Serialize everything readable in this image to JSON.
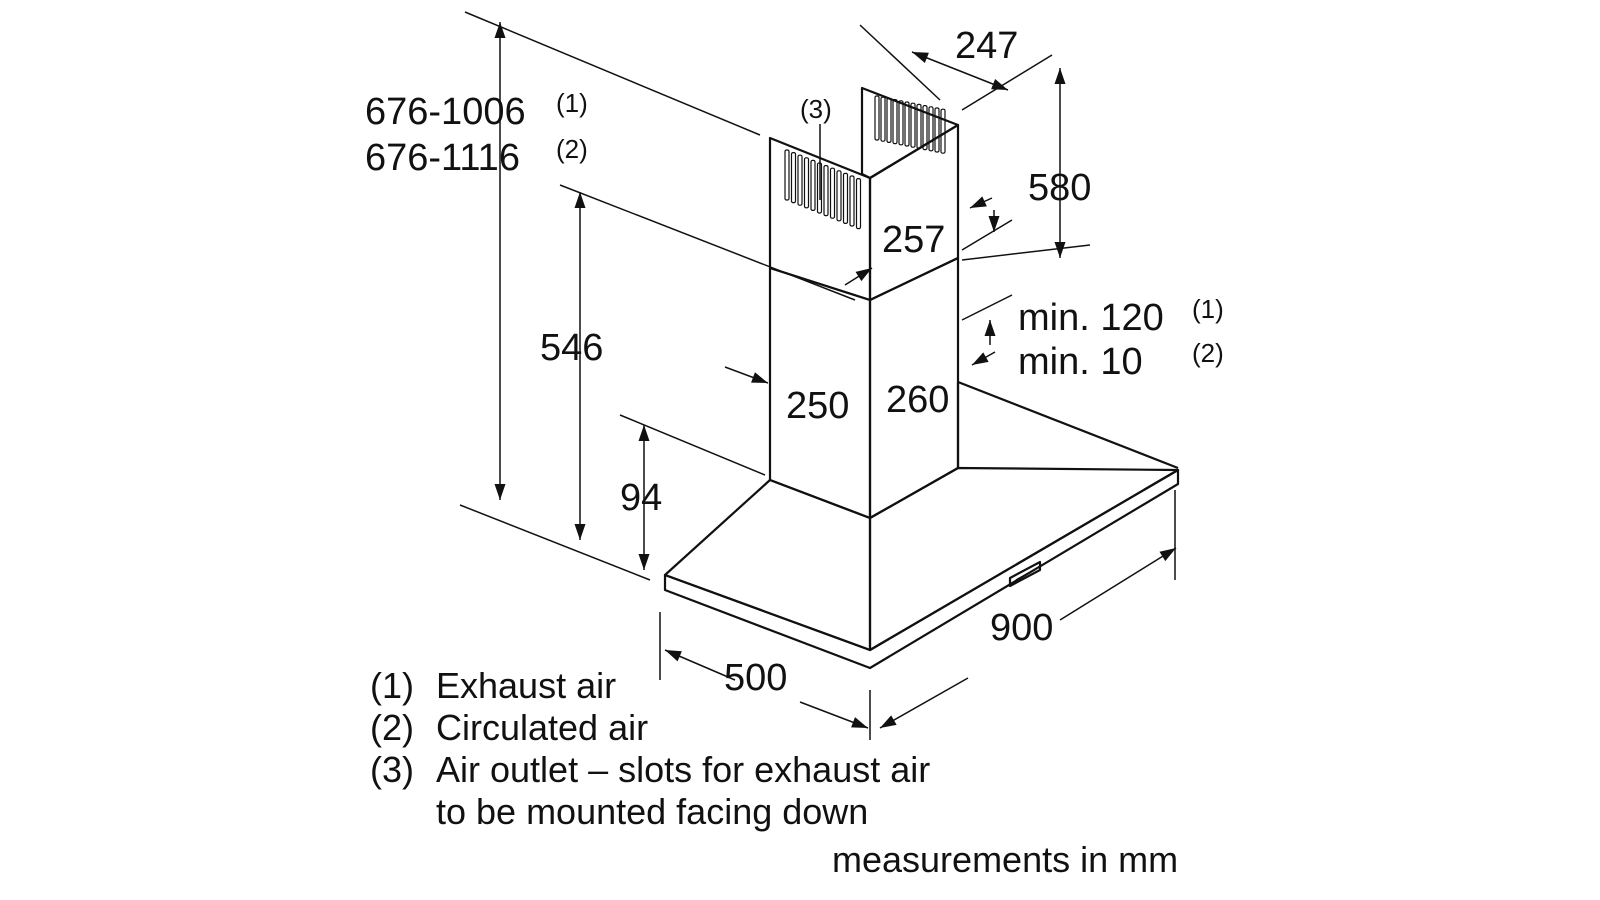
{
  "dimensions": {
    "total_height_exhaust": "676-1006",
    "total_height_exhaust_note": "(1)",
    "total_height_circulated": "676-1116",
    "total_height_circulated_note": "(2)",
    "chimney_width_top": "247",
    "chimney_upper_height": "580",
    "chimney_upper_depth": "257",
    "chimney_lower_height": "546",
    "clearance_exhaust": "min. 120",
    "clearance_exhaust_note": "(1)",
    "clearance_circulated": "min. 10",
    "clearance_circulated_note": "(2)",
    "chimney_lower_width": "250",
    "chimney_lower_depth": "260",
    "canopy_height": "94",
    "hood_depth": "500",
    "hood_width": "900",
    "slots_marker": "(3)"
  },
  "legend": [
    {
      "key": "(1)",
      "text": "Exhaust air"
    },
    {
      "key": "(2)",
      "text": "Circulated air"
    },
    {
      "key": "(3)",
      "text": "Air outlet – slots for exhaust air"
    },
    {
      "key": "",
      "text": "to be mounted facing down"
    }
  ],
  "units_note": "measurements in mm",
  "icons": {
    "vent_slots": "vent-slots-icon",
    "control_panel": "control-panel-icon"
  },
  "colors": {
    "line": "#111111",
    "background": "#ffffff"
  }
}
